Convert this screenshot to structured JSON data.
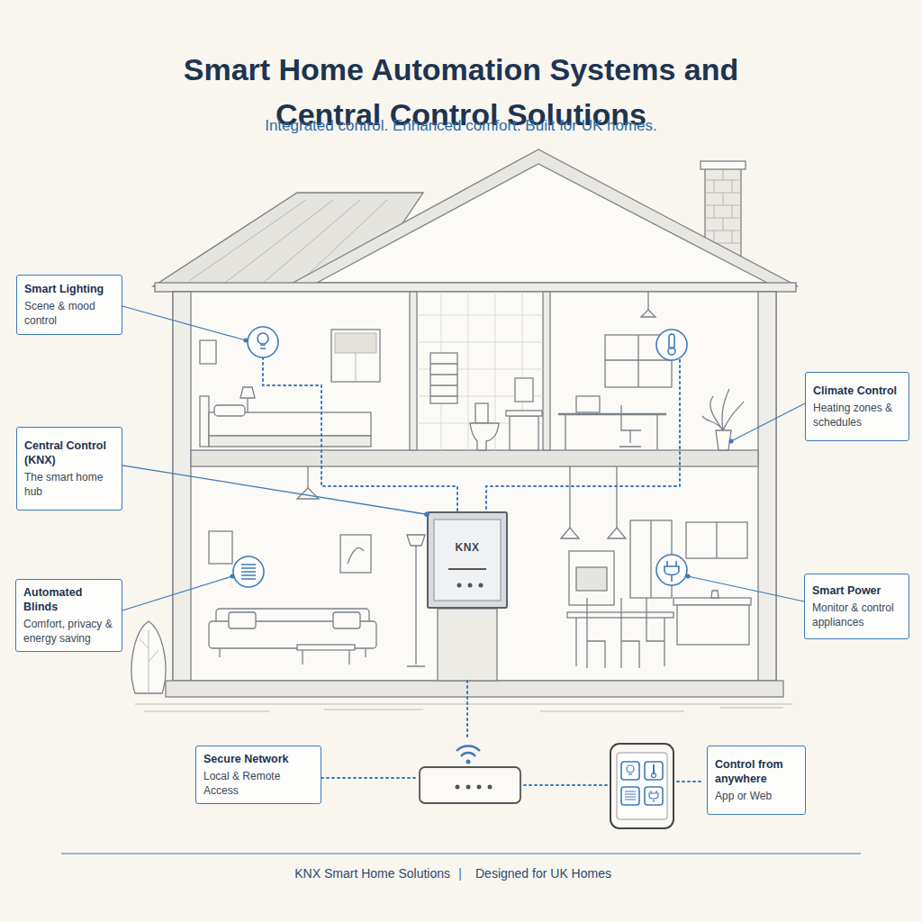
{
  "diagram": {
    "title": "Smart Home Automation Systems and Central Control Solutions",
    "nodes": [
      {
        "text": [
          "Smart Lighting",
          "Scene & mood control"
        ]
      },
      {
        "text": [
          "Climate Control",
          "Heating zones & schedules"
        ]
      },
      {
        "text": [
          "Central Control (KNX)",
          "The smart home hub"
        ]
      },
      {
        "text": [
          "KNX"
        ]
      },
      {
        "text": [
          "Automated Blinds",
          "Comfort, privacy & energy saving"
        ]
      },
      {
        "text": [
          "Smart Power",
          "Monitor & control appliances"
        ]
      },
      {
        "text": [
          "Secure Network",
          "Local & Remote Access"
        ]
      },
      {
        "text": [
          "Control from anywhere",
          "App or Web"
        ]
      }
    ],
    "edges": [
      {
        "from": 2,
        "to": 3,
        "arrow": "none"
      }
    ],
    "labels": [
      "Integrated control. Enhanced comfort. Built for UK homes.",
      "KNX Smart Home Solutions",
      "|",
      "Designed for UK Homes"
    ]
  }
}
